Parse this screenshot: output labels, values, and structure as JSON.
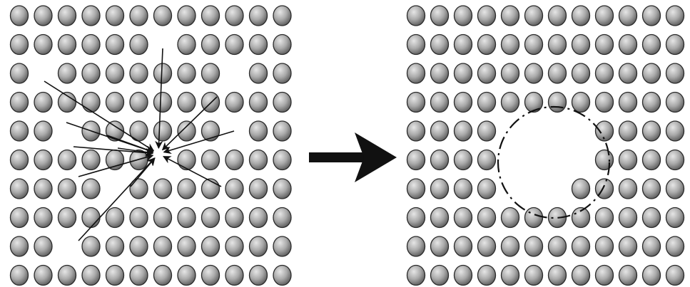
{
  "colors": {
    "background": "#ffffff",
    "atom_fill_light": "#e6e6e6",
    "atom_fill_mid": "#a9a9a9",
    "atom_fill_dark": "#5e5e5e",
    "atom_outline": "#2a2a2a",
    "line": "#111111"
  },
  "icons": {
    "transition_arrow": "big-right-arrow",
    "diffusion_arrow": "thin-arrow",
    "void_boundary": "dashed-circle"
  },
  "panels": [
    {
      "name": "before-panel",
      "rows": [
        [
          1,
          1,
          1,
          1,
          1,
          1,
          1,
          1,
          1,
          1,
          1,
          1
        ],
        [
          1,
          1,
          1,
          1,
          1,
          1,
          0,
          1,
          1,
          1,
          1,
          1
        ],
        [
          1,
          0,
          1,
          1,
          1,
          1,
          1,
          1,
          1,
          0,
          1,
          1
        ],
        [
          1,
          1,
          1,
          1,
          1,
          1,
          1,
          1,
          1,
          1,
          1,
          1
        ],
        [
          1,
          1,
          0,
          1,
          1,
          1,
          1,
          1,
          1,
          0,
          1,
          1
        ],
        [
          1,
          1,
          1,
          1,
          1,
          1,
          0,
          1,
          1,
          1,
          1,
          1
        ],
        [
          1,
          1,
          1,
          1,
          0,
          1,
          1,
          1,
          1,
          1,
          1,
          1
        ],
        [
          1,
          1,
          1,
          1,
          1,
          1,
          1,
          1,
          1,
          1,
          1,
          1
        ],
        [
          1,
          1,
          0,
          1,
          1,
          1,
          1,
          1,
          1,
          1,
          1,
          1
        ],
        [
          1,
          1,
          1,
          1,
          1,
          1,
          1,
          1,
          1,
          1,
          1,
          1
        ]
      ]
    },
    {
      "name": "after-panel",
      "rows": [
        [
          1,
          1,
          1,
          1,
          1,
          1,
          1,
          1,
          1,
          1,
          1,
          1
        ],
        [
          1,
          1,
          1,
          1,
          1,
          1,
          1,
          1,
          1,
          1,
          1,
          1
        ],
        [
          1,
          1,
          1,
          1,
          1,
          1,
          1,
          1,
          1,
          1,
          1,
          1
        ],
        [
          1,
          1,
          1,
          1,
          1,
          1,
          1,
          1,
          1,
          1,
          1,
          1
        ],
        [
          1,
          1,
          1,
          1,
          0,
          0,
          0,
          0,
          1,
          1,
          1,
          1
        ],
        [
          1,
          1,
          1,
          1,
          0,
          0,
          0,
          0,
          1,
          1,
          1,
          1
        ],
        [
          1,
          1,
          1,
          1,
          0,
          0,
          0,
          1,
          1,
          1,
          1,
          1
        ],
        [
          1,
          1,
          1,
          1,
          1,
          1,
          1,
          1,
          1,
          1,
          1,
          1
        ],
        [
          1,
          1,
          1,
          1,
          1,
          1,
          1,
          1,
          1,
          1,
          1,
          1
        ],
        [
          1,
          1,
          1,
          1,
          1,
          1,
          1,
          1,
          1,
          1,
          1,
          1
        ]
      ]
    }
  ]
}
